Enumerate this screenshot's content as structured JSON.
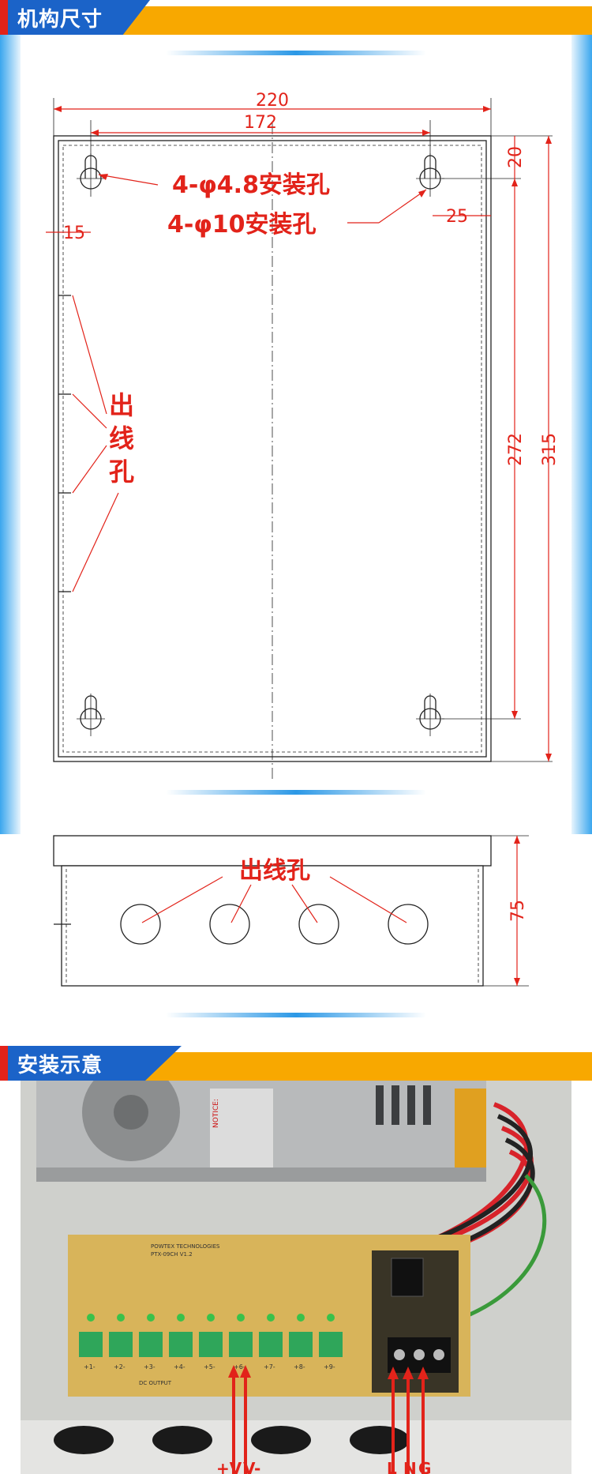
{
  "section1": {
    "title": "机构尺寸"
  },
  "section2": {
    "title": "安装示意"
  },
  "drawing": {
    "dim_width_outer": "220",
    "dim_width_holes": "172",
    "dim_height_outer": "315",
    "dim_height_holes": "272",
    "dim_top_offset": "20",
    "dim_right_offset": "25",
    "dim_left_offset": "15",
    "hole_small": "4-φ4.8安装孔",
    "hole_large": "4-φ10安装孔",
    "outlet_vertical": [
      "出",
      "线",
      "孔"
    ],
    "outlet_side": "出线孔",
    "dim_depth": "75"
  },
  "photo": {
    "psu_notice": "NOTICE:",
    "board_text": [
      "POWTEX TECHNOLOGIES",
      "PTX-09CH V1.2"
    ],
    "dc_output": "DC OUTPUT",
    "output_labels": [
      "+1-",
      "+2-",
      "+3-",
      "+4-",
      "+5-",
      "+6-",
      "+7-",
      "+8-",
      "+9-"
    ],
    "bottom_labels": [
      "+V",
      "V-",
      "L",
      "N",
      "G"
    ]
  },
  "colors": {
    "accent_orange": "#f8a800",
    "header_blue": "#1b63c8",
    "dim_red": "#e2231a",
    "side_blue": "#2b98e6"
  }
}
